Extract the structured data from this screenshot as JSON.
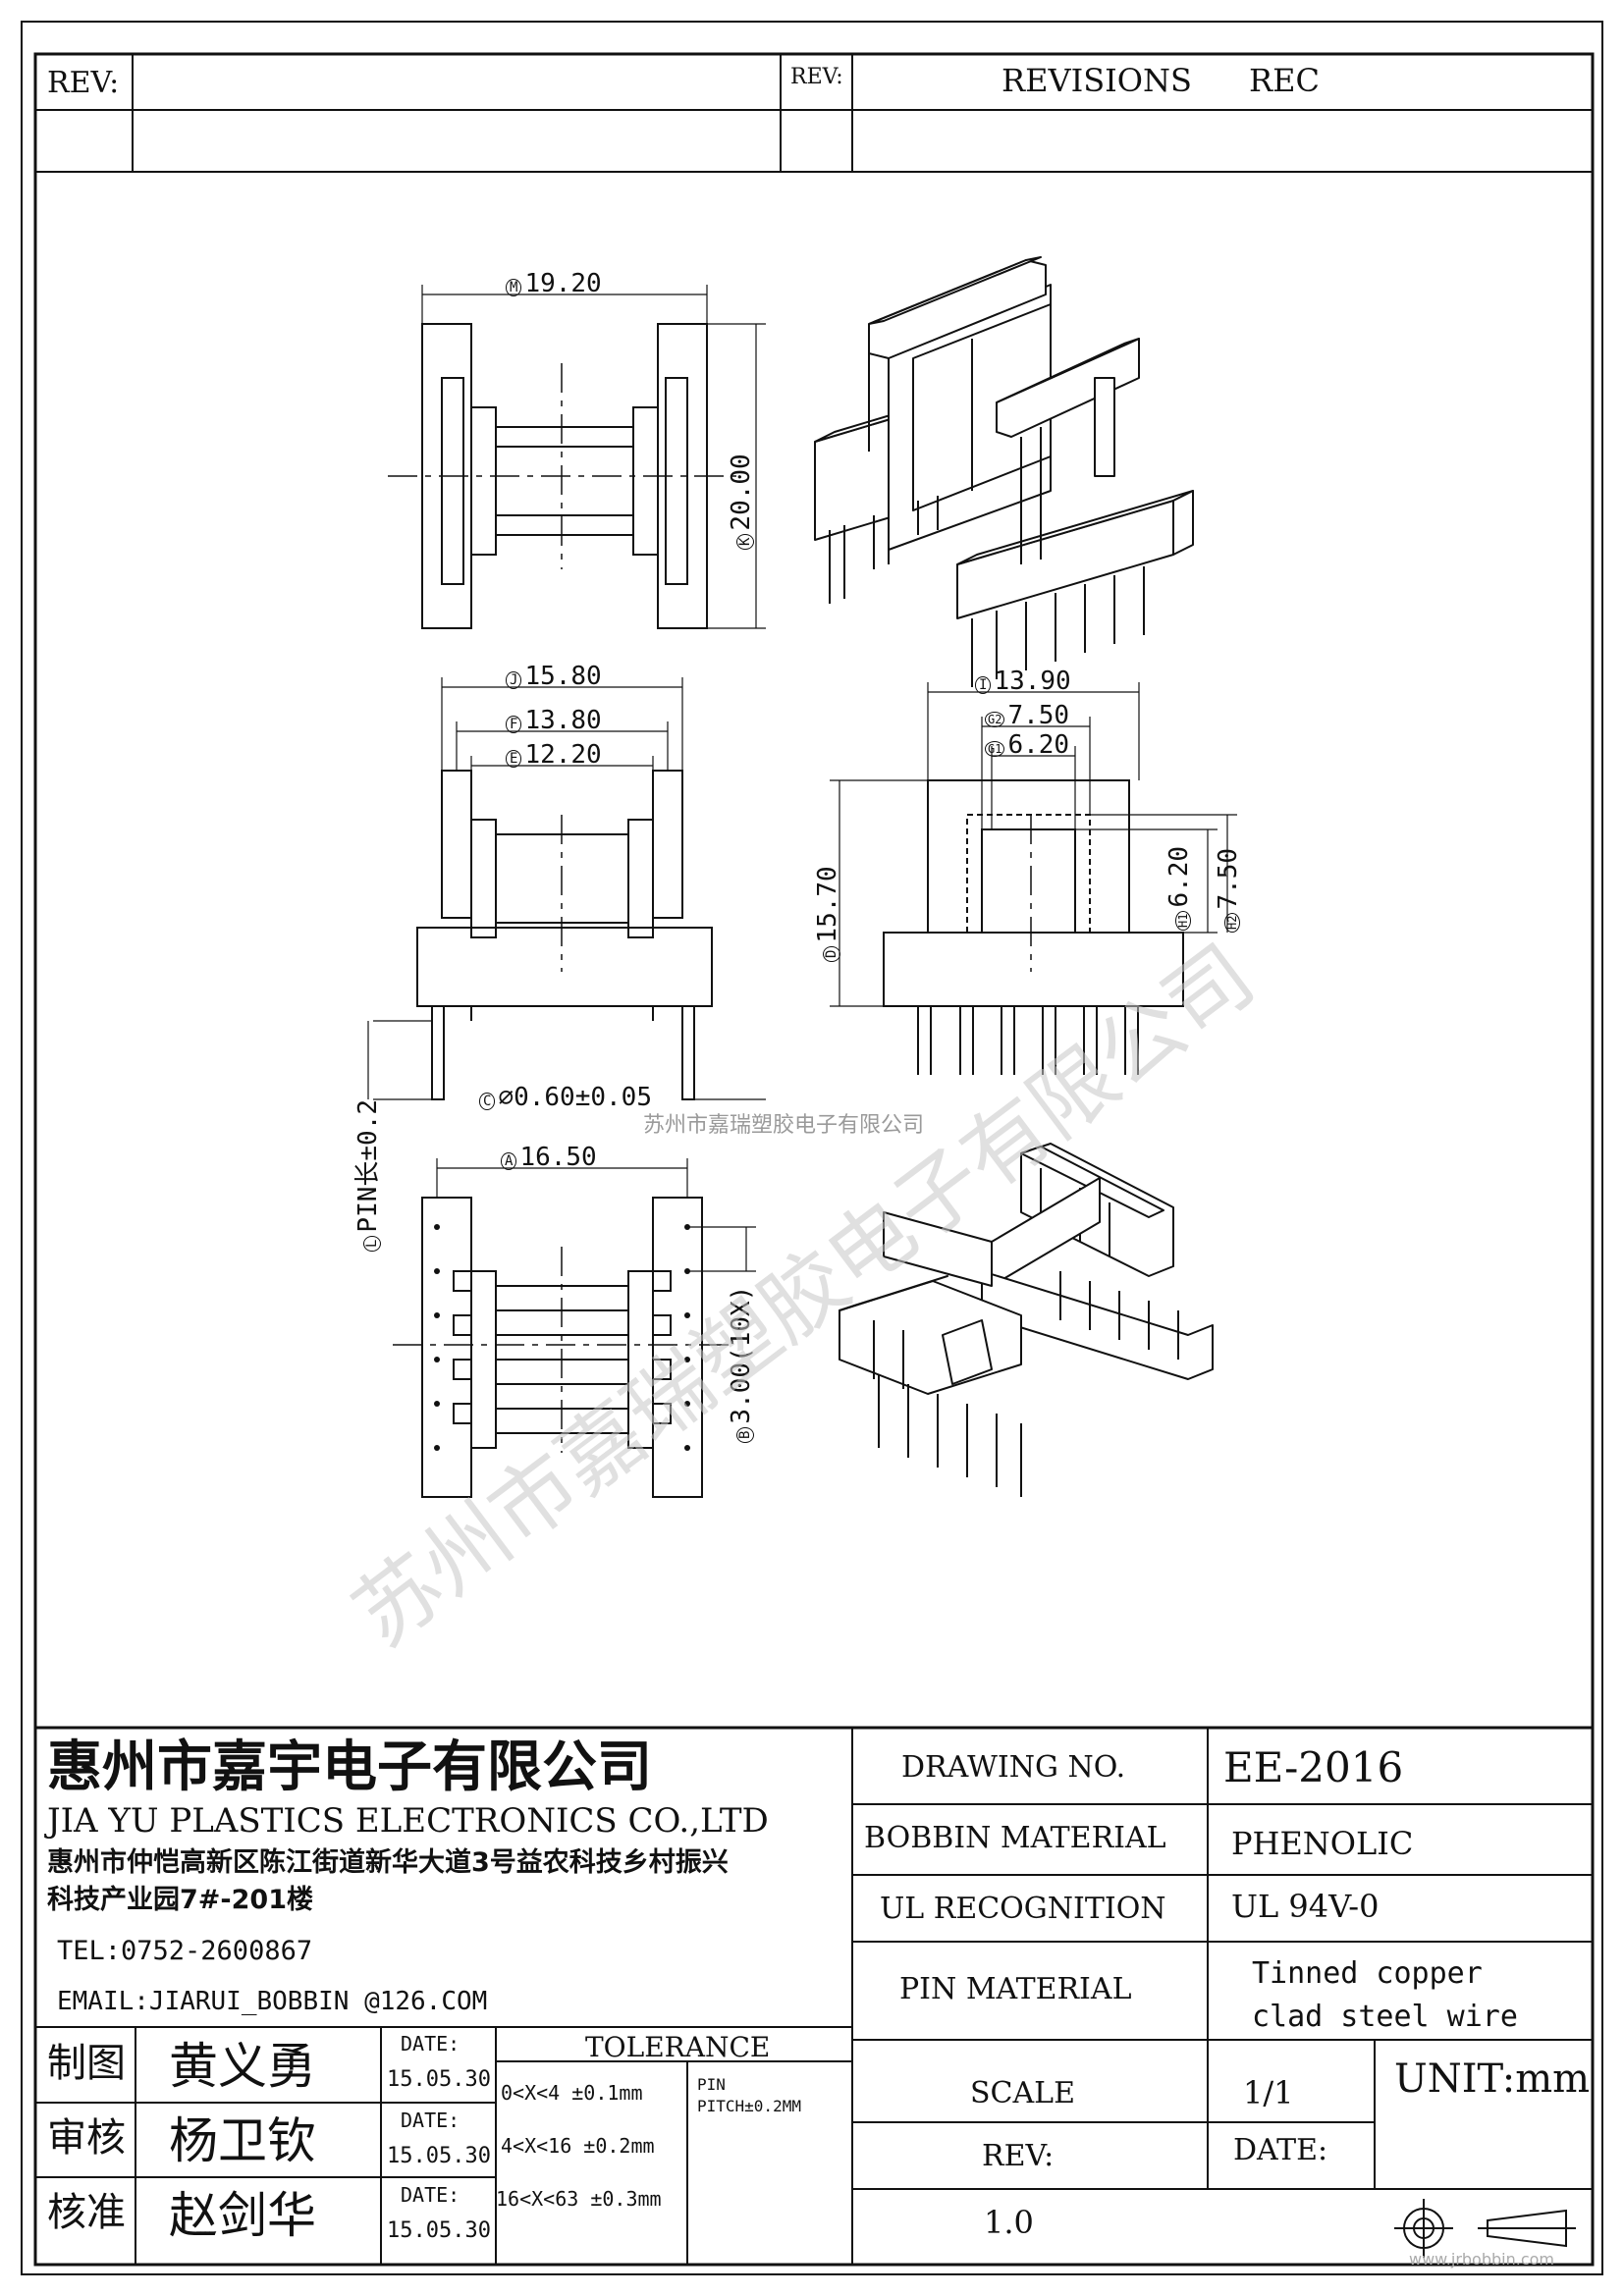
{
  "header": {
    "rev_label_left": "REV:",
    "rev_label_right": "REV:",
    "revisions_label": "REVISIONS",
    "rec_label": "REC"
  },
  "dimensions": {
    "m": "19.20",
    "k": "20.00",
    "j": "15.80",
    "f": "13.80",
    "e": "12.20",
    "i": "13.90",
    "g2": "7.50",
    "g1": "6.20",
    "d": "15.70",
    "h1": "6.20",
    "h2": "7.50",
    "c": "⌀0.60±0.05",
    "l": "PIN长±0.2",
    "a": "16.50",
    "b": "3.00(10X)"
  },
  "markers": {
    "m": "M",
    "k": "K",
    "j": "J",
    "f": "F",
    "e": "E",
    "i": "I",
    "g2": "G2",
    "g1": "G1",
    "d": "D",
    "h1": "H1",
    "h2": "H2",
    "c": "C",
    "l": "L",
    "a": "A",
    "b": "B"
  },
  "watermarks": {
    "center_text": "苏州市嘉瑞塑胶电子有限公司",
    "diagonal_text": "苏州市嘉瑞塑胶电子有限公司",
    "footer_url": "www.jrbobbin.com"
  },
  "title_block": {
    "company_cn": "惠州市嘉宇电子有限公司",
    "company_en": "JIA YU PLASTICS ELECTRONICS CO.,LTD",
    "address_line1": "惠州市仲恺高新区陈江街道新华大道3号益农科技乡村振兴",
    "address_line2": "科技产业园7#-201楼",
    "tel": "TEL:0752-2600867",
    "email": "EMAIL:JIARUI_BOBBIN @126.COM",
    "drawing_no_label": "DRAWING  NO.",
    "drawing_no_value": "EE-2016",
    "bobbin_material_label": "BOBBIN  MATERIAL",
    "bobbin_material_value": "PHENOLIC",
    "ul_label": "UL RECOGNITION",
    "ul_value": "UL 94V-0",
    "pin_material_label": "PIN MATERIAL",
    "pin_material_value_1": "Tinned copper",
    "pin_material_value_2": "clad steel wire",
    "scale_label": "SCALE",
    "scale_value": "1/1",
    "unit": "UNIT:mm",
    "rev_label": "REV:",
    "rev_value": "1.0",
    "date_label": "DATE:",
    "tolerance_label": "TOLERANCE",
    "tolerances": [
      "0<X<4  ±0.1mm",
      "4<X<16 ±0.2mm",
      "16<X<63 ±0.3mm"
    ],
    "pin_pitch_1": "PIN",
    "pin_pitch_2": "PITCH±0.2MM",
    "signatures": [
      {
        "role": "制图",
        "name": "黄义勇",
        "date_label": "DATE:",
        "date": "15.05.30"
      },
      {
        "role": "审核",
        "name": "杨卫钦",
        "date_label": "DATE:",
        "date": "15.05.30"
      },
      {
        "role": "核准",
        "name": "赵剑华",
        "date_label": "DATE:",
        "date": "15.05.30"
      }
    ]
  }
}
